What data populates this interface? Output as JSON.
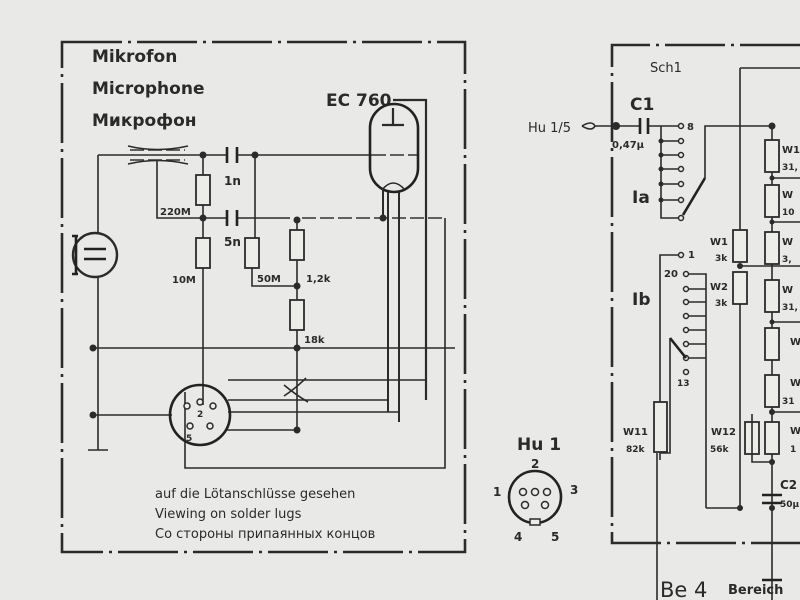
{
  "left_panel": {
    "title_de": "Mikrofon",
    "title_en": "Microphone",
    "title_ru": "Микрофон",
    "tube": "EC 760",
    "c_1n": "1n",
    "c_5n": "5n",
    "r_220M": "220M",
    "r_10M": "10M",
    "r_50M": "50M",
    "r_1k2": "1,2k",
    "r_18k": "18k",
    "socket_pin_2": "2",
    "socket_pin_5": "5",
    "note_de": "auf die Lötanschlüsse gesehen",
    "note_en": "Viewing on solder lugs",
    "note_ru": "Со стороны припаянных концов"
  },
  "connector": {
    "title": "Hu 1",
    "pins": [
      "1",
      "2",
      "3",
      "4",
      "5"
    ]
  },
  "right_panel": {
    "title": "Sch1",
    "input": "Hu 1/5",
    "c1": "C1",
    "c1_value": "0,47µ",
    "switch_a": "Ia",
    "switch_b": "Ib",
    "pos_8": "8",
    "pos_1": "1",
    "pos_20": "20",
    "pos_13": "13",
    "w1": "W1",
    "w1_value": "3k",
    "w2": "W2",
    "w2_value": "3k",
    "w11": "W11",
    "w11_value": "82k",
    "w12": "W12",
    "w12_value": "56k",
    "c2": "C2",
    "c2_value": "50µ",
    "partial_labels": [
      "W1",
      "31,",
      "W",
      "10",
      "W",
      "3,",
      "W",
      "31,",
      "W",
      "W",
      "31",
      "W",
      "1"
    ],
    "footer_code": "Be 4",
    "footer_text": "Bereich"
  }
}
